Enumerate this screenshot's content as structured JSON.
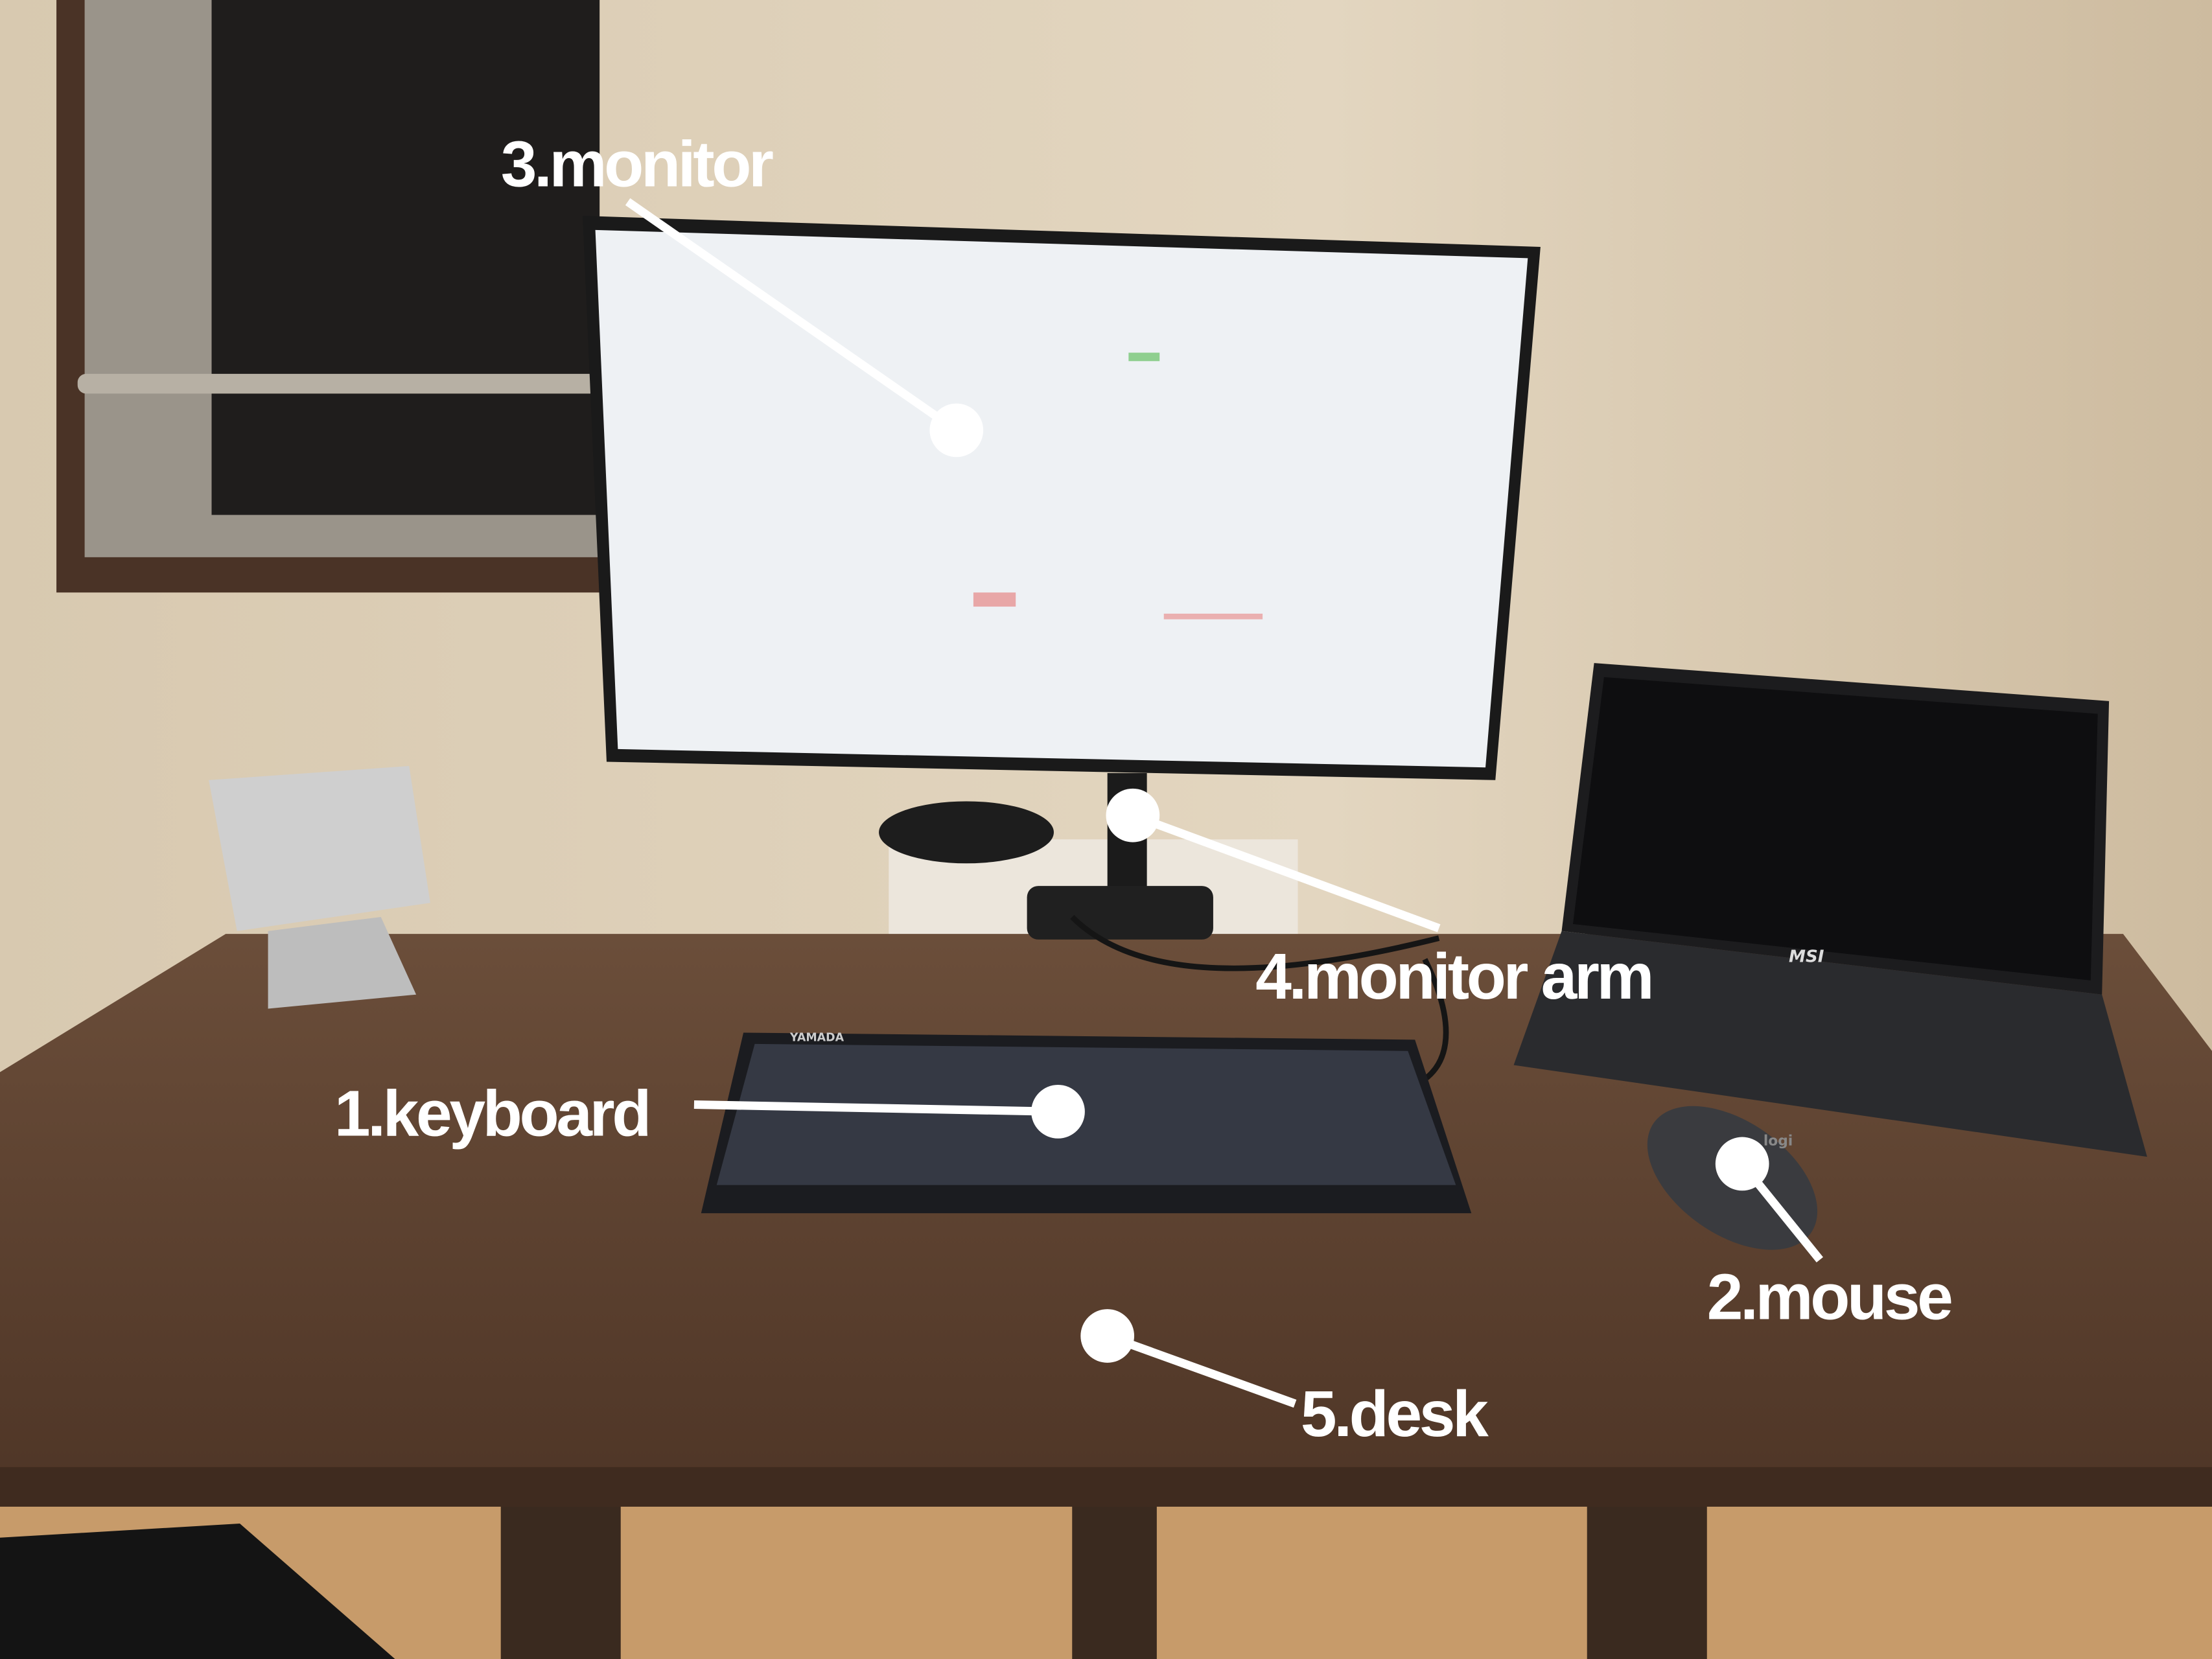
{
  "annotations": [
    {
      "label": "1.keyboard"
    },
    {
      "label": "2.mouse"
    },
    {
      "label": "3.monitor"
    },
    {
      "label": "4.monitor arm"
    },
    {
      "label": "5.desk"
    }
  ],
  "logos": {
    "keyboard": "YAMADA",
    "laptop": "MSI",
    "mouse": "logi"
  },
  "colors": {
    "wall": "#dccfb8",
    "desk": "#5a4030",
    "floor": "#c79b6a",
    "annotation": "#ffffff"
  }
}
